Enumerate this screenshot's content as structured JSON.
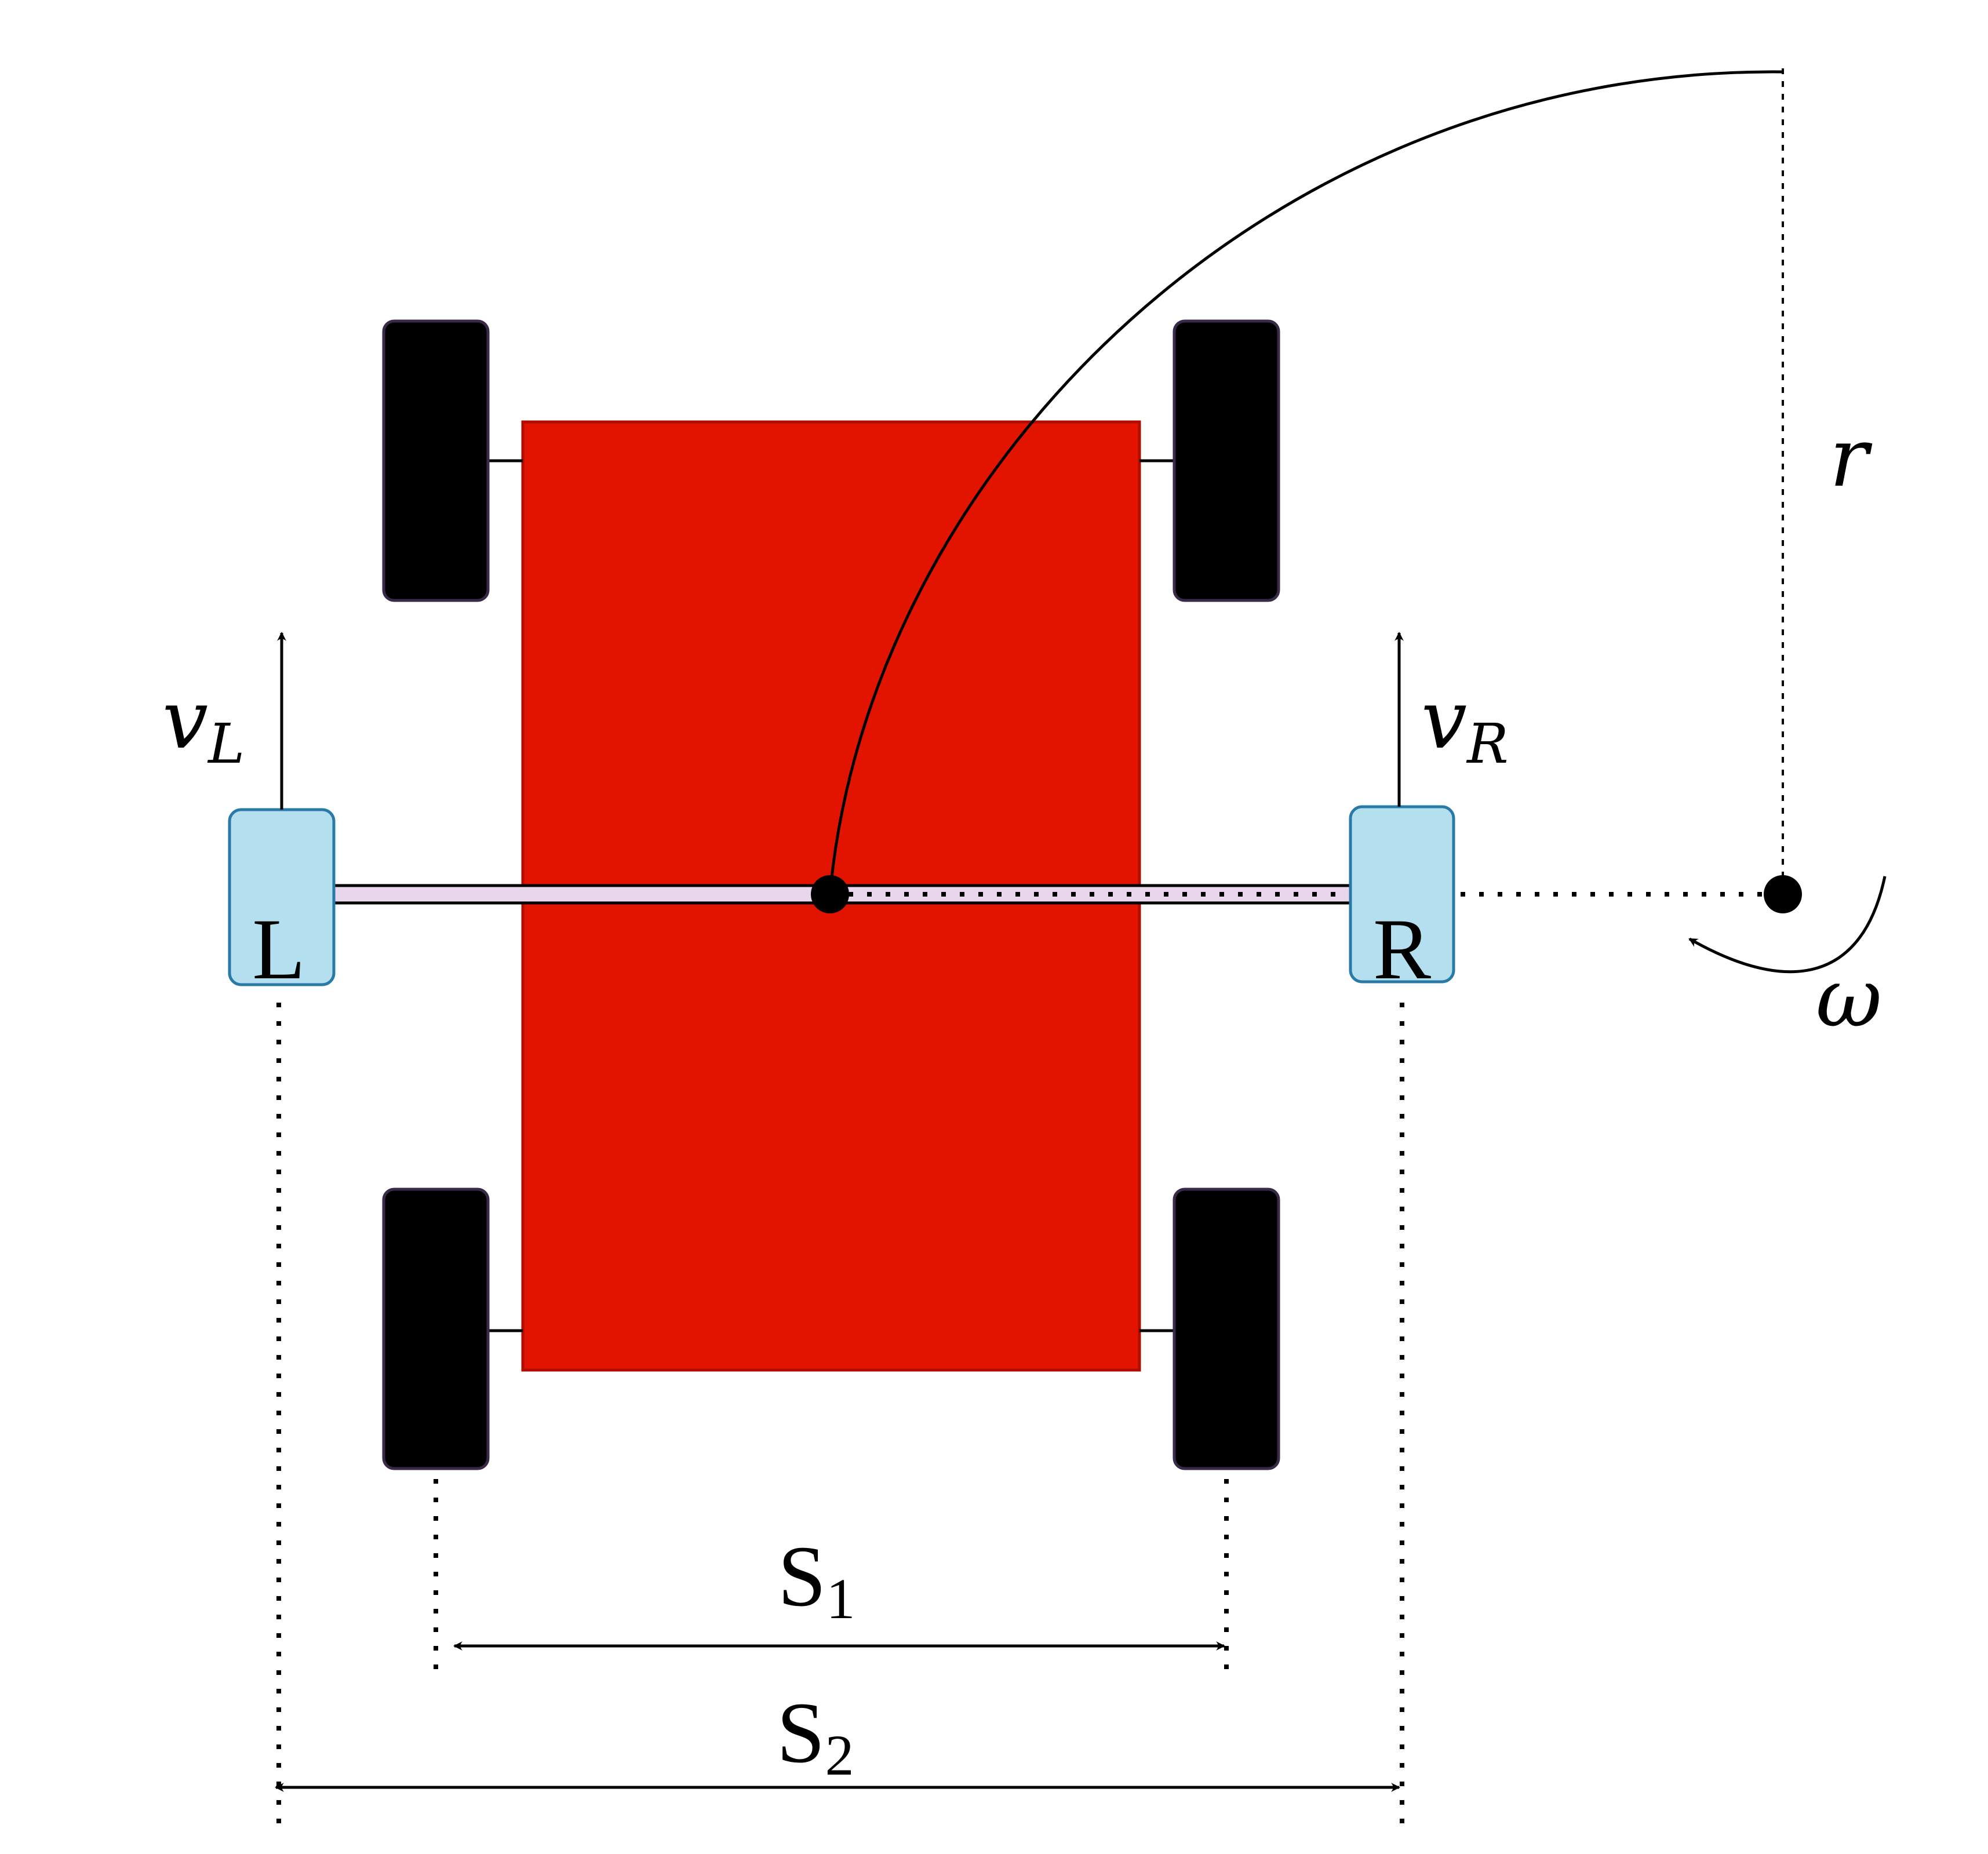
{
  "labels": {
    "left_wheel": "L",
    "right_wheel": "R",
    "v_left_symbol": "v",
    "v_left_subscript": "L",
    "v_right_symbol": "v",
    "v_right_subscript": "R",
    "radius": "r",
    "angular_velocity": "ω",
    "s1_symbol": "S",
    "s1_subscript": "1",
    "s2_symbol": "S",
    "s2_subscript": "2"
  },
  "colors": {
    "chassis": "#e21400",
    "chassis_border": "#b00c00",
    "wheel": "#000000",
    "wheel_border": "#3a2a48",
    "virtual_wheel": "#b3dfef",
    "virtual_wheel_border": "#2a7aa8",
    "axle": "#e8d6ea",
    "ink": "#000000"
  }
}
